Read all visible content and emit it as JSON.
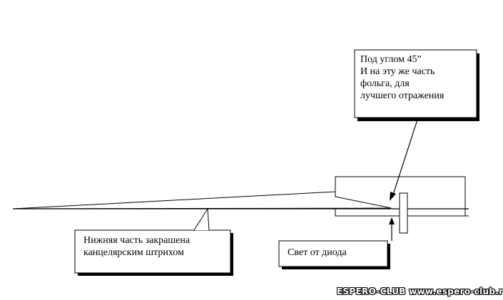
{
  "callouts": {
    "top": {
      "line1": "Под углом 45”",
      "line2": "И на эту же часть",
      "line3": "фольга, для",
      "line4": "лучшего отражения"
    },
    "left": {
      "line1": "Нижняя часть закрашена",
      "line2": "канцелярским штрихом"
    },
    "right": {
      "line1": "Свет от диода"
    }
  },
  "watermark": "ESPERO-CLUB  www.espero-club.ru",
  "colors": {
    "stroke": "#000000",
    "shadow": "#000000",
    "background": "#ffffff"
  }
}
